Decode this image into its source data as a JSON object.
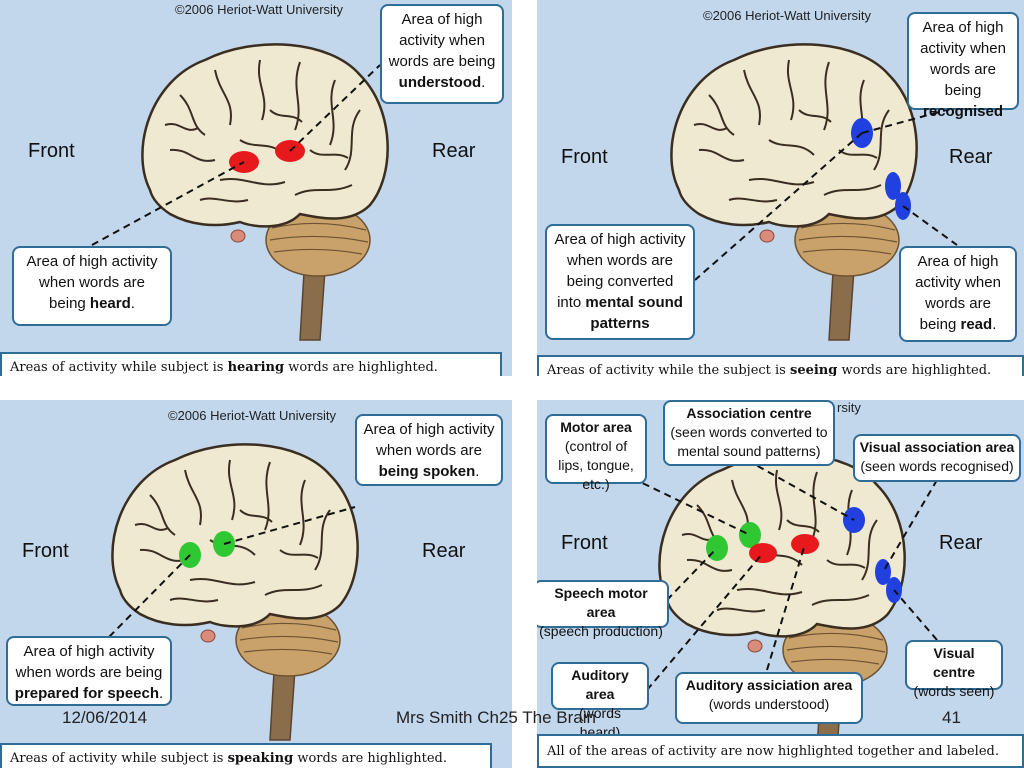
{
  "copyright": "©2006 Heriot-Watt University",
  "copyright_partial": "rsity",
  "labels": {
    "front": "Front",
    "rear": "Rear"
  },
  "panel1": {
    "understood_pre": "Area of high activity when words are being",
    "understood_bold": "understood",
    "heard_pre": "Area of high activity when words are being",
    "heard_bold": "heard",
    "caption_pre": "Areas of activity while subject is",
    "caption_bold": "hearing",
    "caption_post": "words are highlighted."
  },
  "panel2": {
    "recognised_pre": "Area of high activity when words are being",
    "recognised_bold": "recognised",
    "converted_pre": "Area of high activity when words are being converted into",
    "converted_bold": "mental sound patterns",
    "read_pre": "Area of high activity when words are being",
    "read_bold": "read",
    "caption_pre": "Areas of activity while the subject is",
    "caption_bold": "seeing",
    "caption_post": "words are highlighted."
  },
  "panel3": {
    "spoken_pre": "Area of high activity when words are",
    "spoken_bold": "being spoken",
    "prepared_pre": "Area of high activity when words are being",
    "prepared_bold": "prepared for speech",
    "caption_pre": "Areas of activity while subject is",
    "caption_bold": "speaking",
    "caption_post": "words are highlighted."
  },
  "panel4": {
    "motor_title": "Motor area",
    "motor_sub": "(control of lips, tongue, etc.)",
    "assoc_title": "Association centre",
    "assoc_sub": "(seen words converted to mental sound patterns)",
    "visual_assoc_title": "Visual association area",
    "visual_assoc_sub": "(seen words recognised)",
    "speech_motor_title": "Speech motor area",
    "speech_motor_sub": "(speech production)",
    "visual_centre_title": "Visual centre",
    "visual_centre_sub": "(words seen)",
    "auditory_title": "Auditory area",
    "auditory_sub": "(words heard)",
    "aud_assoc_title": "Auditory assiciation area",
    "aud_assoc_sub": "(words understood)",
    "caption": "All of the areas of activity are now highlighted together and labeled."
  },
  "footer": {
    "date": "12/06/2014",
    "author": "Mrs Smith Ch25 The Brain",
    "page": "41"
  },
  "colors": {
    "panel_bg": "#c2d6ec",
    "border": "#2f6d96",
    "hearing": "#e8191c",
    "seeing": "#2040e0",
    "speaking": "#2fc832"
  }
}
